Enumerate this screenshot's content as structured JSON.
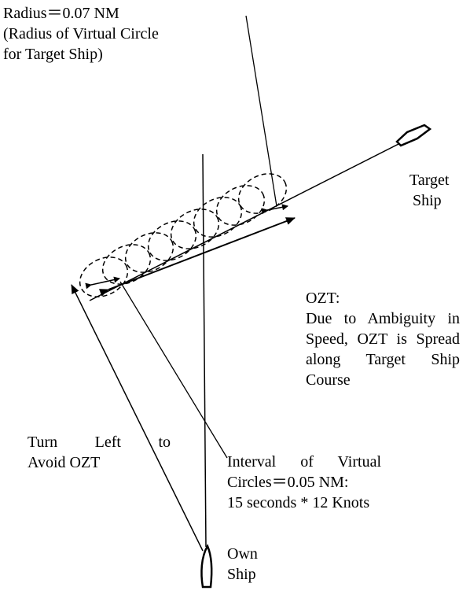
{
  "radius_label": {
    "line1": "Radius＝0.07 NM",
    "line2": "(Radius of Virtual Circle",
    "line3": "for Target Ship)"
  },
  "target_ship_label": {
    "line1": "Target",
    "line2": "Ship"
  },
  "ozt_label": {
    "line1": "OZT:",
    "line2": "Due to Ambiguity in",
    "line3": "Speed, OZT is Spread",
    "line4": "along Target Ship",
    "line5": "Course"
  },
  "turn_label": {
    "line1": "Turn Left to",
    "line2": "Avoid OZT"
  },
  "interval_label": {
    "line1": "Interval of Virtual",
    "line2": "Circles＝0.05 NM:",
    "line3": "15 seconds * 12 Knots"
  },
  "own_ship_label": {
    "line1": "Own",
    "line2": "Ship"
  }
}
